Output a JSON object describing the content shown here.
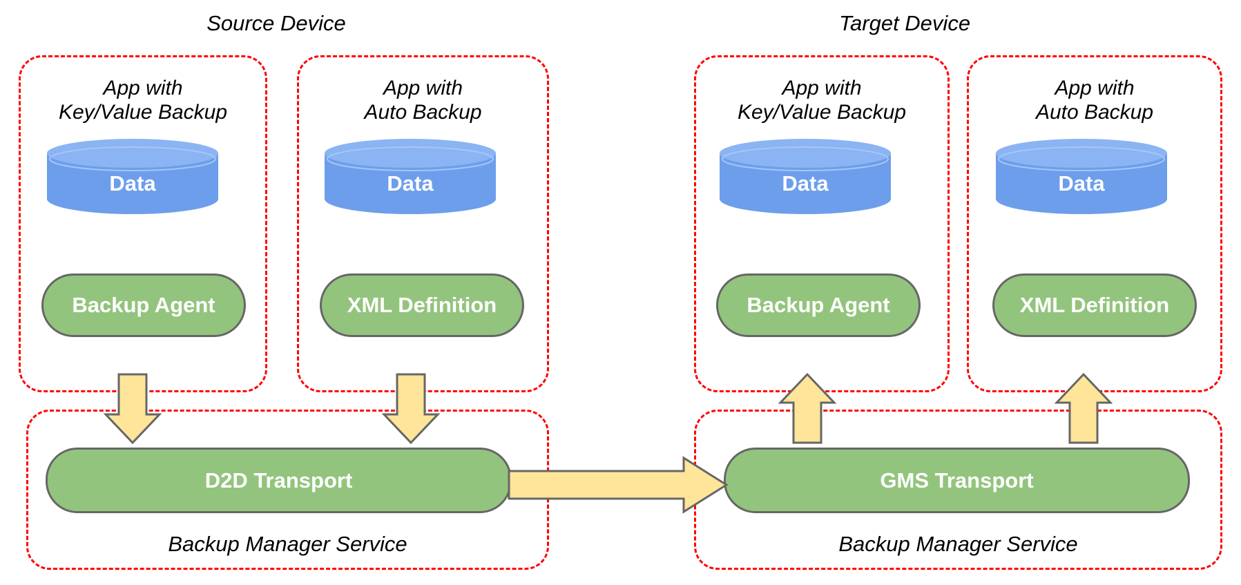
{
  "diagram": {
    "title_source": "Source Device",
    "title_target": "Target Device"
  },
  "colors": {
    "dashed_border": "#ff0000",
    "cylinder_fill": "#6d9eeb",
    "cylinder_top": "#8ab4f3",
    "green_fill": "#93c47d",
    "green_stroke": "#666666",
    "arrow_fill": "#ffe599",
    "arrow_stroke": "#666666",
    "label_text": "#000000",
    "shape_text": "#ffffff"
  },
  "source_device": {
    "title": "Source Device",
    "apps": [
      {
        "label": "App with\nKey/Value Backup",
        "data_label": "Data",
        "component_label": "Backup Agent"
      },
      {
        "label": "App with\nAuto Backup",
        "data_label": "Data",
        "component_label": "XML Definition"
      }
    ],
    "service": {
      "transport_label": "D2D Transport",
      "service_label": "Backup Manager Service"
    }
  },
  "target_device": {
    "title": "Target Device",
    "apps": [
      {
        "label": "App with\nKey/Value Backup",
        "data_label": "Data",
        "component_label": "Backup Agent"
      },
      {
        "label": "App with\nAuto Backup",
        "data_label": "Data",
        "component_label": "XML Definition"
      }
    ],
    "service": {
      "transport_label": "GMS Transport",
      "service_label": "Backup Manager Service"
    }
  },
  "flows": [
    {
      "name": "backup-agent-to-d2d",
      "direction": "down",
      "from": "Backup Agent",
      "to": "D2D Transport"
    },
    {
      "name": "xml-definition-to-d2d",
      "direction": "down",
      "from": "XML Definition",
      "to": "D2D Transport"
    },
    {
      "name": "d2d-to-gms",
      "direction": "right",
      "from": "D2D Transport",
      "to": "GMS Transport"
    },
    {
      "name": "gms-to-backup-agent",
      "direction": "up",
      "from": "GMS Transport",
      "to": "Backup Agent"
    },
    {
      "name": "gms-to-xml-definition",
      "direction": "up",
      "from": "GMS Transport",
      "to": "XML Definition"
    }
  ]
}
